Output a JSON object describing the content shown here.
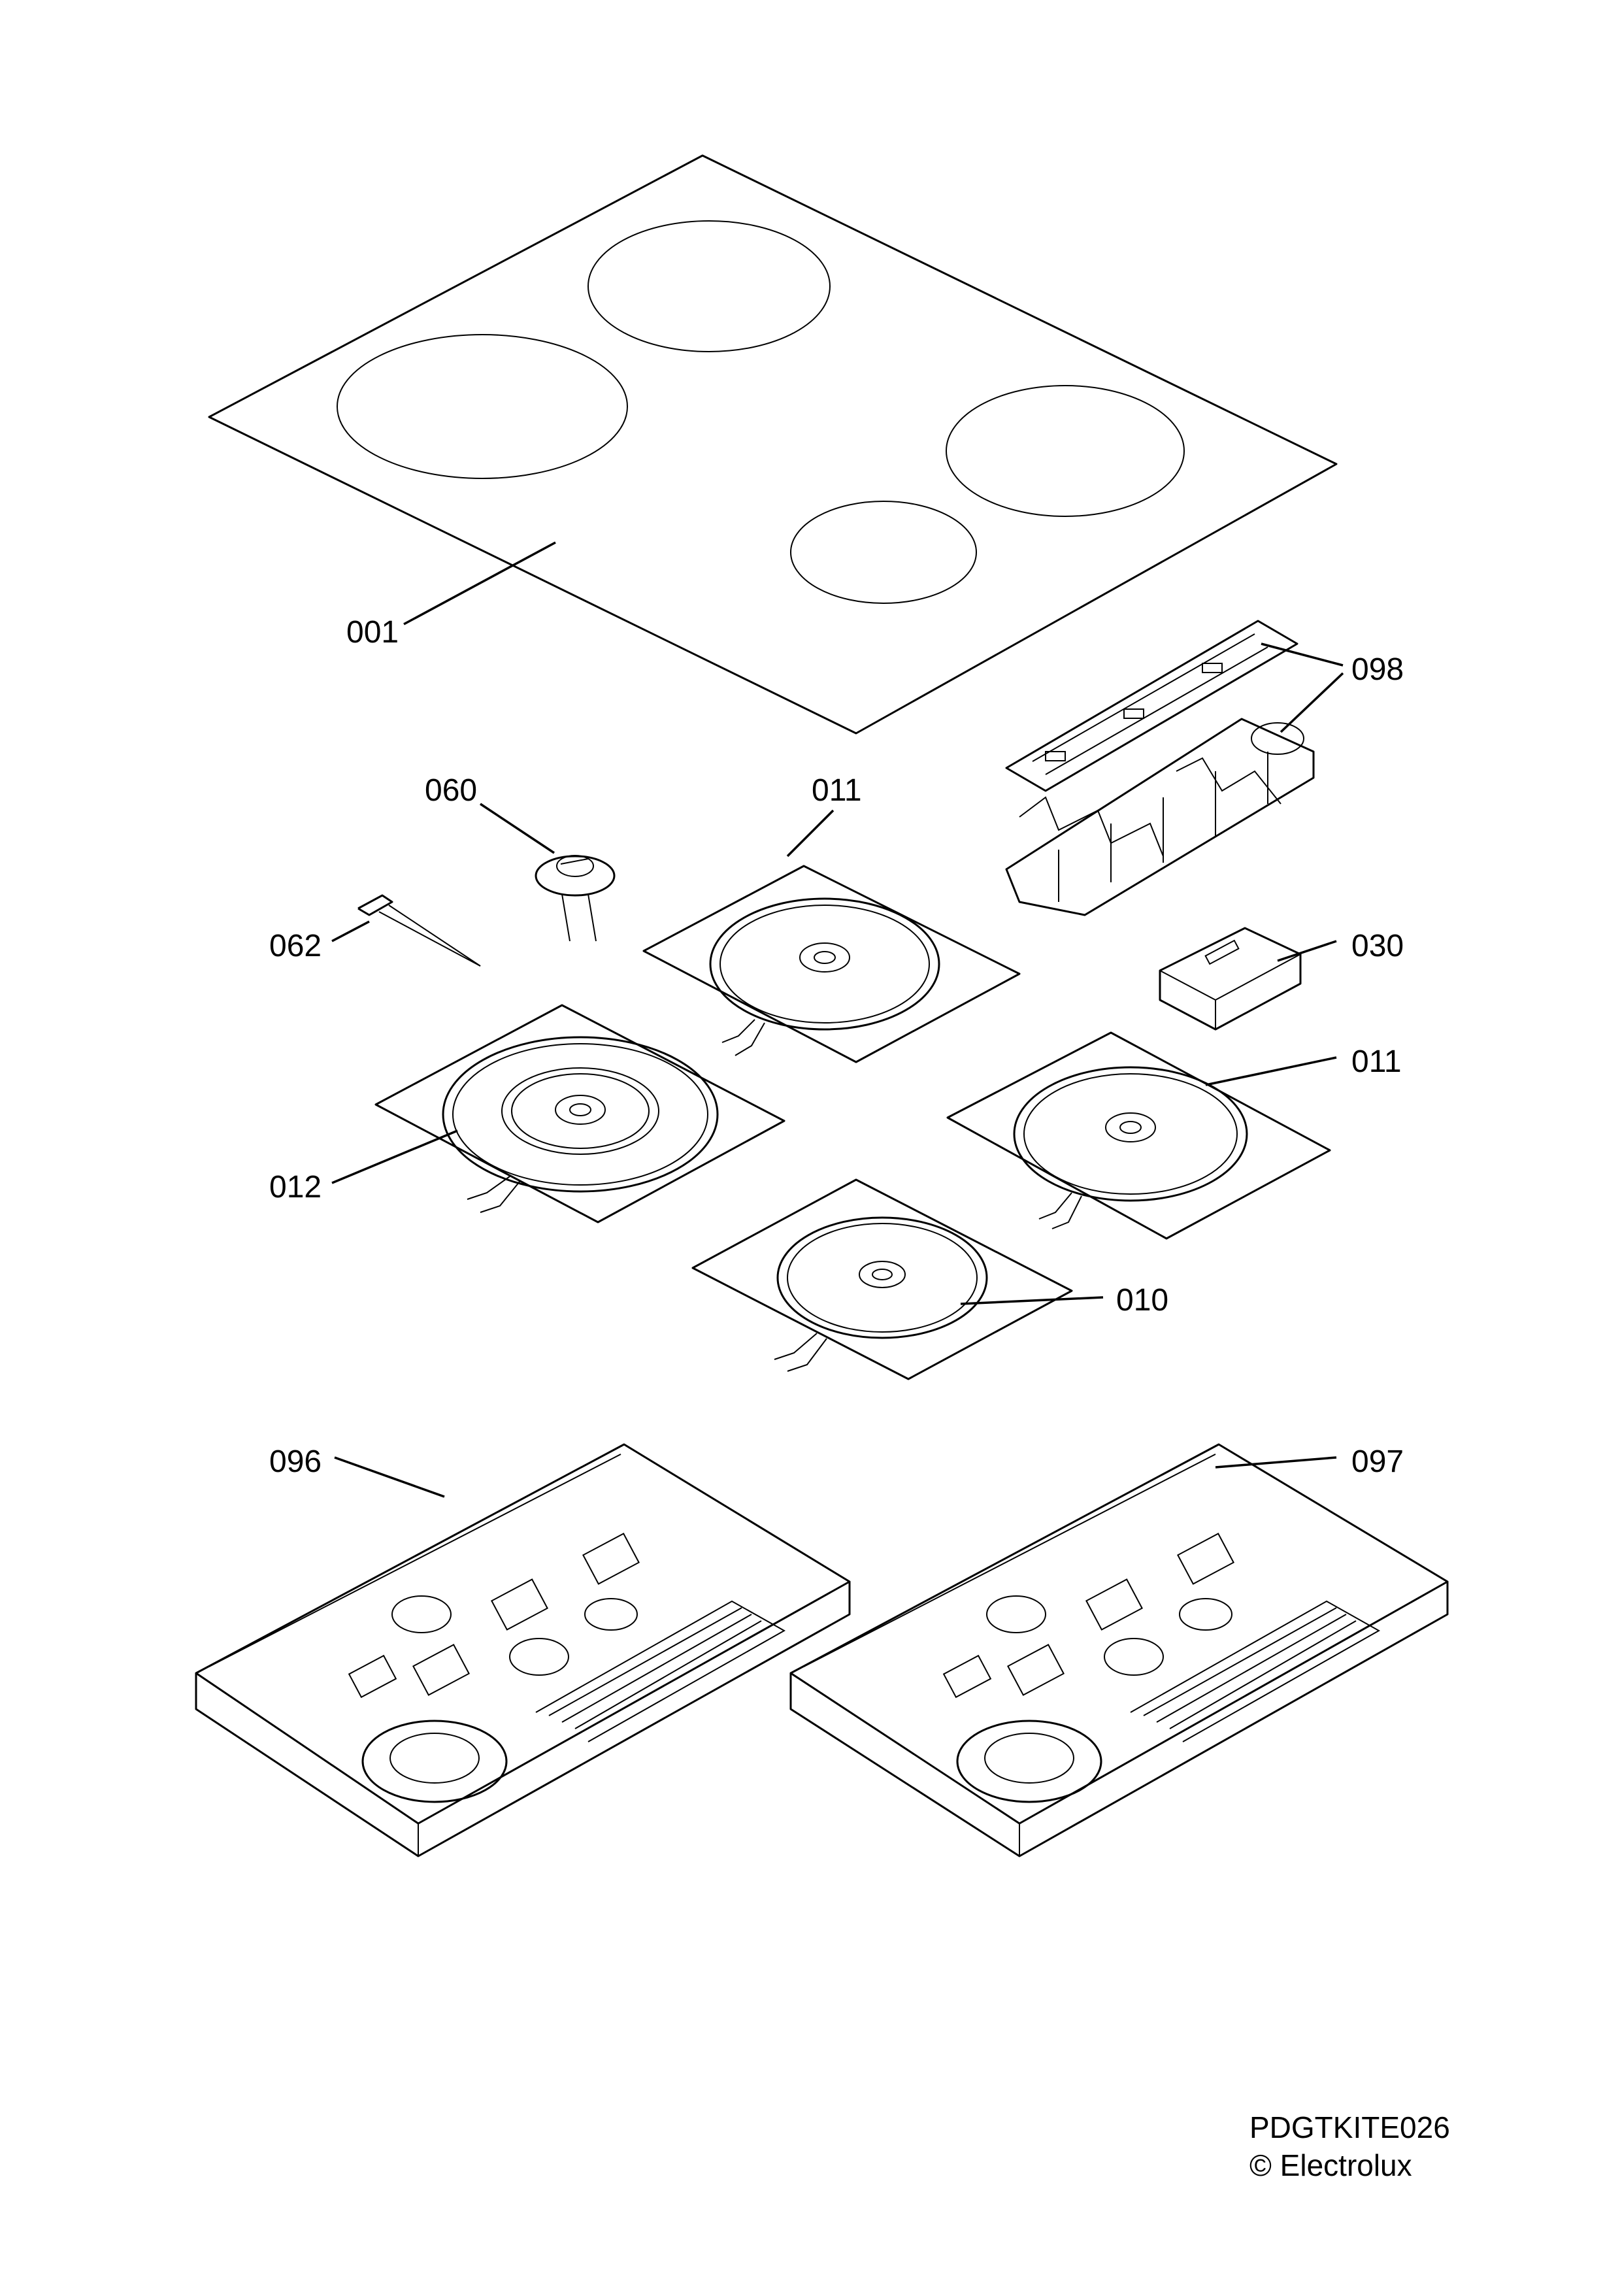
{
  "labels": {
    "p001": "001",
    "p098": "098",
    "p060": "060",
    "p011a": "011",
    "p062": "062",
    "p030": "030",
    "p011b": "011",
    "p012": "012",
    "p010": "010",
    "p096": "096",
    "p097": "097"
  },
  "footer": {
    "code": "PDGTKITE026",
    "copyright": "© Electrolux"
  }
}
